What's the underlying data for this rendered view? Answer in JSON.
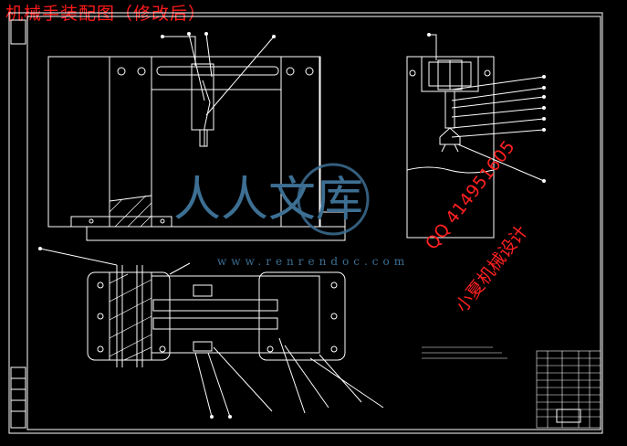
{
  "title": "机械手装配图（修改后）",
  "watermark": {
    "logo_text": "人人文库",
    "site": "www.renrendoc.com",
    "contact_qq": "QQ 414951605",
    "contact_name": "小夏机械设计"
  },
  "colors": {
    "background": "#000000",
    "lines": "#ffffff",
    "title": "#ff1a1a",
    "watermark_blue": "#3d6f93",
    "watermark_red": "#ff2020"
  }
}
